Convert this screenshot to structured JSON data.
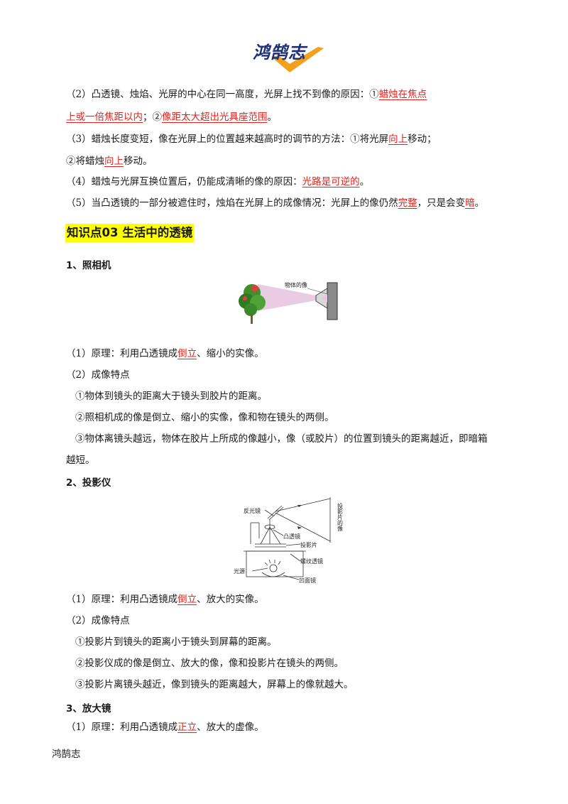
{
  "header": {
    "logo_text": "鸿鹄志"
  },
  "p2": {
    "a": "（2）凸透镜、烛焰、光屏的中心在同一高度，光屏上找不到像的原因：①",
    "ans1_a": "蜡烛在焦点",
    "ans1_b": "上或一倍焦距以内",
    "b": "；②",
    "ans2": "像距太大超出光具座范围",
    "c": "。"
  },
  "p3": {
    "a": "（3）蜡烛长度变短，像在光屏上的位置越来越高时的调节的方法：①将光屏",
    "ans1": "向上",
    "b": "移动；",
    "c": "②将蜡烛",
    "ans2": "向上",
    "d": "移动。"
  },
  "p4": {
    "a": "（4）蜡烛与光屏互换位置后，仍能成清晰的像的原因：",
    "ans": "光路是可逆的",
    "b": "。"
  },
  "p5": {
    "a": "（5）当凸透镜的一部分被遮住时，烛焰在光屏上的成像情况：光屏上的像仍然",
    "ans1": "完整",
    "b": "，只是会变",
    "ans2": "暗",
    "c": "。"
  },
  "section": {
    "title": "知识点03  生活中的透镜"
  },
  "camera": {
    "heading": "1、照相机",
    "fig_label": "物体的像",
    "principle_a": "（1）原理：利用凸透镜成",
    "principle_ans": "倒立",
    "principle_b": "、缩小的实像。",
    "features_title": "（2）成像特点",
    "f1": "①物体到镜头的距离大于镜头到胶片的距离。",
    "f2": "②照相机成的像是倒立、缩小的实像，像和物在镜头的两侧。",
    "f3a": "③物体离镜头越远，物体在胶片上所成的像越小，像（或胶片）的位置到镜头的距离越近，即暗箱",
    "f3b": "越短。"
  },
  "projector": {
    "heading": "2、投影仪",
    "labels": {
      "mirror": "反光镜",
      "lens": "凸透镜",
      "slide": "投影片",
      "screw": "螺纹透镜",
      "light": "光源",
      "concave": "凹面镜",
      "image": "投影片的像"
    },
    "principle_a": "（1）原理：利用凸透镜成",
    "principle_ans": "倒立",
    "principle_b": "、放大的实像。",
    "features_title": "（2）成像特点",
    "f1": "①投影片到镜头的距离小于镜头到屏幕的距离。",
    "f2": "②投影仪成的像是倒立、放大的像，像和投影片在镜头的两侧。",
    "f3": "③投影片离镜头越近，像到镜头的距离越大，屏幕上的像就越大。"
  },
  "magnifier": {
    "heading": "3、放大镜",
    "principle_a": "（1）原理：利用凸透镜成",
    "principle_ans": "正立",
    "principle_b": "、放大的虚像。"
  },
  "footer": {
    "text": "鸿鹄志"
  },
  "colors": {
    "answer": "#e0231c",
    "highlight": "#ffff00",
    "logo_blue": "#1e2f7a",
    "logo_orange": "#f0a21c"
  }
}
